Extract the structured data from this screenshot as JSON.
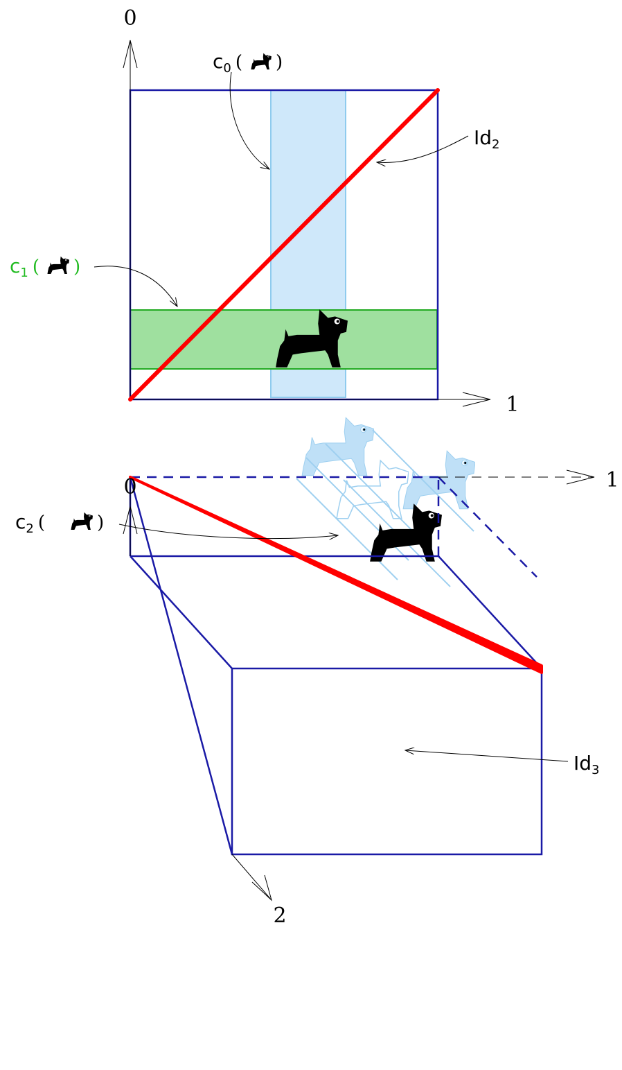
{
  "top_diagram": {
    "axis_vertical_label": "0",
    "axis_horizontal_label": "1",
    "label_c0": {
      "name": "c",
      "sub": "0",
      "open": "(",
      "close": ")"
    },
    "label_c1": {
      "name": "c",
      "sub": "1",
      "open": "(",
      "close": ")"
    },
    "label_id2": {
      "name": "Id",
      "sub": "2"
    }
  },
  "bottom_diagram": {
    "axis_vertical_label": "0",
    "axis_right_label": "1",
    "axis_depth_label": "2",
    "label_c2": {
      "name": "c",
      "sub": "2",
      "open": "(",
      "close": ")"
    },
    "label_id3": {
      "name": "Id",
      "sub": "3"
    }
  },
  "colors": {
    "cube_blue": "#1a1aa6",
    "identity_red": "#ff0000",
    "c0_fill": "#cfe8fa",
    "c0_stroke": "#8fcbee",
    "c1_fill": "#9fe09f",
    "c1_stroke": "#22aa22",
    "c1_label": "#22bb22",
    "dog_black": "#000000",
    "dog_ghost": "#bfe0f7"
  },
  "icons": [
    "scottie-dog-icon"
  ]
}
